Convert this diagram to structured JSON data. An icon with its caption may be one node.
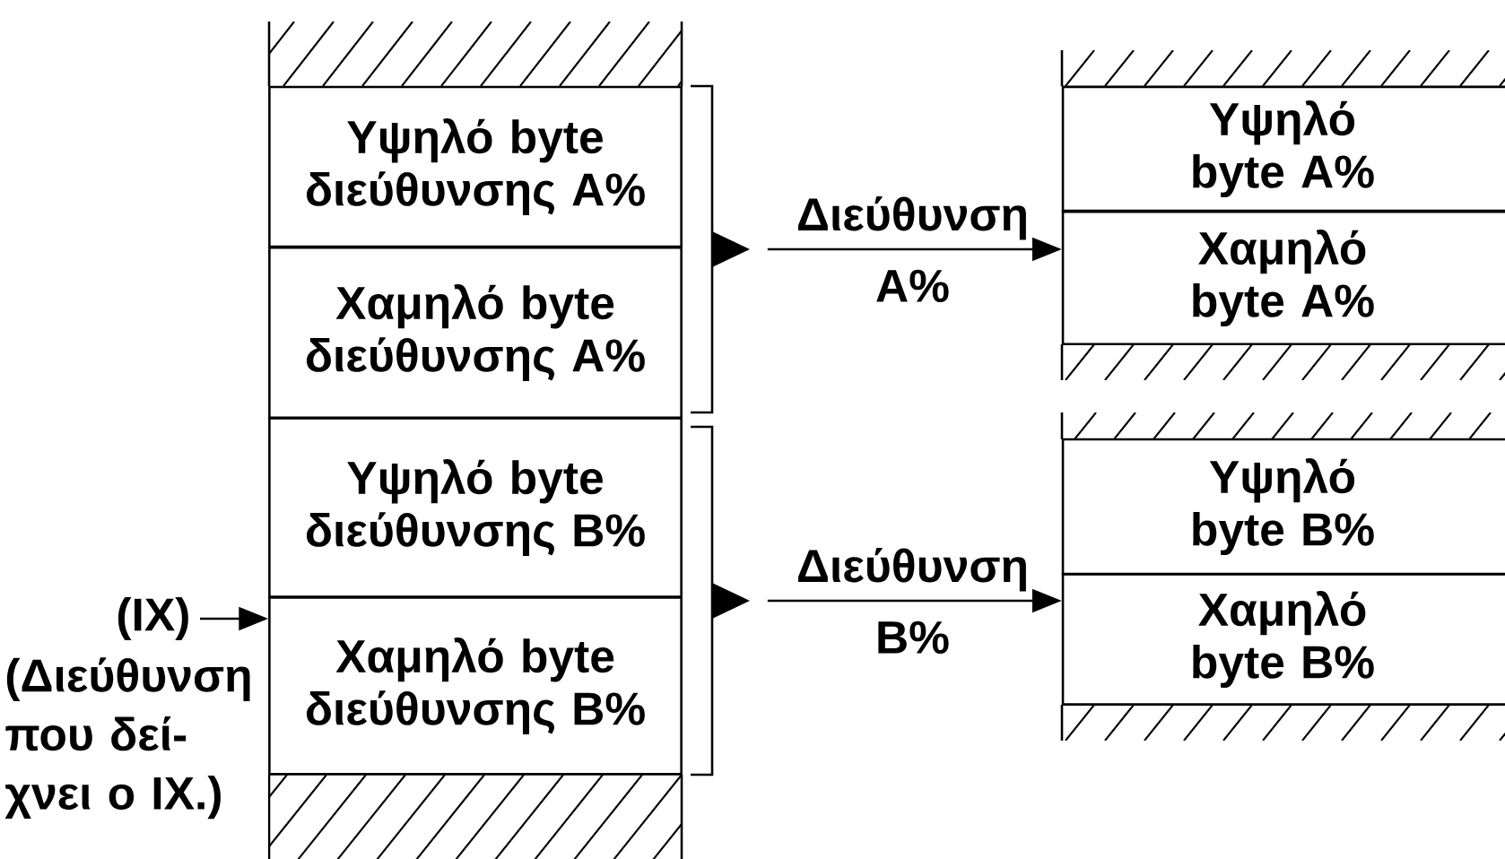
{
  "diagram": {
    "nodes": [
      {
        "text": [
          "Υψηλό byte διεύθυνσης A%"
        ]
      },
      {
        "text": [
          "Χαμηλό byte διεύθυνσης A%"
        ]
      },
      {
        "text": [
          "Υψηλό byte διεύθυνσης B%"
        ]
      },
      {
        "text": [
          "Χαμηλό byte διεύθυνσης B%"
        ]
      },
      {
        "text": [
          "(IX)",
          "(Διεύθυνση που δεί- χνει ο IX.)"
        ]
      },
      {
        "text": [
          "Υψηλό byte A%"
        ]
      },
      {
        "text": [
          "Χαμηλό byte A%"
        ]
      },
      {
        "text": [
          "Υψηλό byte B%"
        ]
      },
      {
        "text": [
          "Χαμηλό byte B%"
        ]
      },
      {
        "text": [],
        "shape": "bracket"
      },
      {
        "text": [],
        "shape": "bracket"
      }
    ],
    "edges": [
      {
        "from": 9,
        "to": 6,
        "arrow": "to",
        "label": "Διεύθυνση A%"
      },
      {
        "from": 10,
        "to": 8,
        "arrow": "to",
        "label": "Διεύθυνση B%"
      },
      {
        "from": 4,
        "to": 3,
        "arrow": "to"
      }
    ]
  }
}
